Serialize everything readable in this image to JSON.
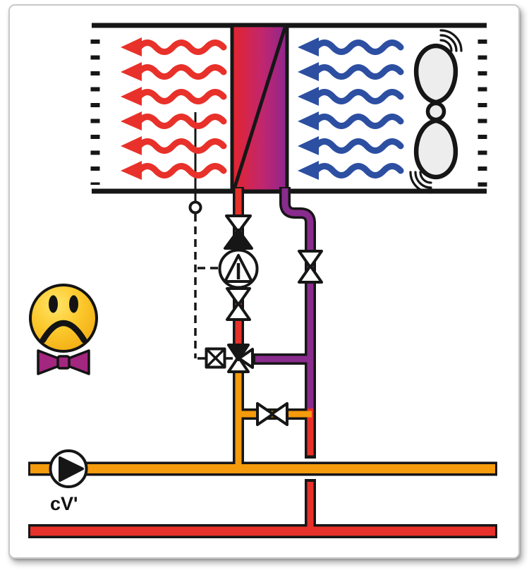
{
  "diagram": {
    "name": "heating-coil-control-circuit-schematic",
    "mood_indicator": "sad-face-with-bow-tie",
    "labels": {
      "pump_flow": "cV'"
    },
    "airflow": {
      "hot_arrow_count": 6,
      "cold_arrow_count": 6
    },
    "colors": {
      "hot_air_arrows": "#e8312a",
      "cold_air_arrows": "#2d4fa2",
      "hot_water_pipe": "#e8312a",
      "return_pipe": "#8a2b8e",
      "primary_supply_pipe": "#f59b0c",
      "coil_gradient_left": "#e4252d",
      "coil_gradient_right": "#8d268f",
      "outline": "#161616",
      "bow_tie": "#a3267f",
      "face_yellow": "#fcc92d"
    }
  }
}
